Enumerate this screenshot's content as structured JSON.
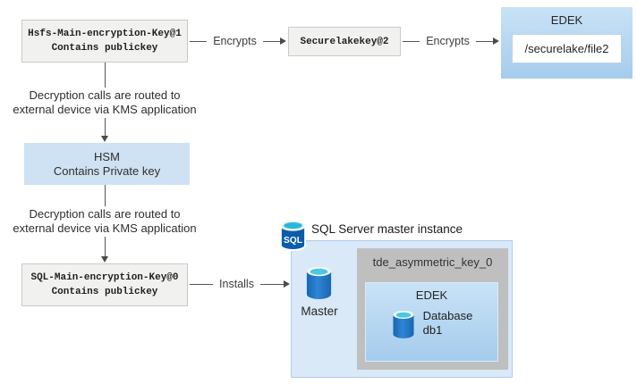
{
  "diagram": {
    "hdfs_key_box": {
      "line1": "Hsfs-Main-encryption-Key@1",
      "line2": "Contains publickey"
    },
    "securelake_key_box": {
      "label": "Securelakekey@2"
    },
    "edek_file_box": {
      "title": "EDEK",
      "path": "/securelake/file2"
    },
    "kms_note": {
      "line1": "Decryption calls are routed to",
      "line2": "external device via KMS application"
    },
    "hsm_box": {
      "line1": "HSM",
      "line2": "Contains Private key"
    },
    "sql_key_box": {
      "line1": "SQL-Main-encryption-Key@0",
      "line2": "Contains publickey"
    },
    "arrows": {
      "encrypts_1": "Encrypts",
      "encrypts_2": "Encrypts",
      "installs": "Installs"
    },
    "sql_instance": {
      "title": "SQL Server master instance",
      "sql_icon_label": "SQL",
      "master_label": "Master",
      "tde_box_title": "tde_asymmetric_key_0",
      "edek_box_title": "EDEK",
      "db_label_line1": "Database",
      "db_label_line2": "db1"
    },
    "icons": {
      "sql_server": "sql-server-database-icon",
      "master": "database-cylinder-icon",
      "db1": "database-cylinder-icon"
    },
    "colors": {
      "gray_box_fill": "#f1f1ef",
      "gray_box_border": "#c9c9c7",
      "hsm_fill": "#cfe2f3",
      "edek_gradient_top": "#c9e2f6",
      "edek_gradient_bottom": "#a5ccec",
      "instance_fill": "#d9e9f8",
      "instance_border": "#aecdec",
      "tde_fill": "#bfbfbf",
      "arrow": "#4f4f4f",
      "db_body_blue": "#1d70c0",
      "db_top_cyan": "#49c8e4",
      "sql_icon_blue": "#0b5cab"
    }
  }
}
